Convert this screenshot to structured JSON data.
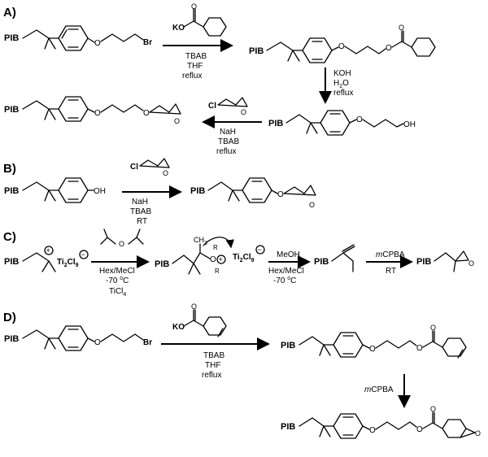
{
  "sections": {
    "a": {
      "label": "A)"
    },
    "b": {
      "label": "B)"
    },
    "c": {
      "label": "C)"
    },
    "d": {
      "label": "D)"
    }
  },
  "atoms": {
    "pib": "PIB",
    "o": "O",
    "br": "Br",
    "ko": "KO",
    "oh": "OH",
    "cl": "Cl",
    "r": "R",
    "ch3": "CH",
    "sub3": "3",
    "plus": "+",
    "ti2cl9": "Ti",
    "ti_sub2": "2",
    "cl_sub": "Cl",
    "cl_sub9": "9",
    "minus": "−"
  },
  "conditions": {
    "a1": [
      "TBAB",
      "THF",
      "reflux"
    ],
    "a2": [
      "KOH",
      "H",
      "2",
      "O",
      "reflux"
    ],
    "a3": [
      "NaH",
      "TBAB",
      "reflux"
    ],
    "b1": [
      "NaH",
      "TBAB",
      "RT"
    ],
    "c1": [
      "Hex/MeCl",
      "-70 ",
      "o",
      "C",
      "TiCl",
      "4"
    ],
    "c2": [
      "MeOH",
      "Hex/MeCl",
      "-70 ",
      "o",
      "C"
    ],
    "c3_top_italic": "m",
    "c3_top": "CPBA",
    "c3_bottom": "RT",
    "d1": [
      "TBAB",
      "THF",
      "reflux"
    ],
    "d2_italic": "m",
    "d2": "CPBA"
  },
  "colors": {
    "ink": "#000000",
    "background": "#ffffff"
  }
}
